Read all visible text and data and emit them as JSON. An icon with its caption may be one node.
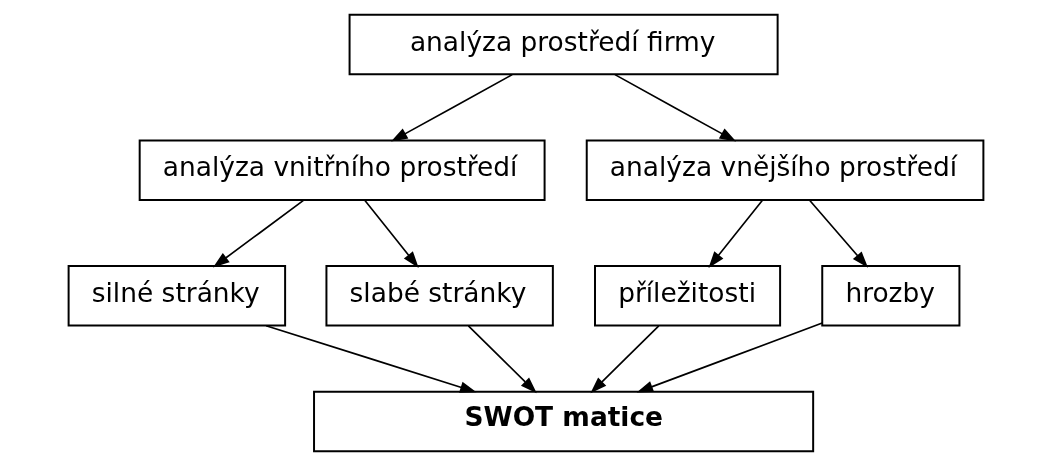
{
  "diagram": {
    "nodes": [
      {
        "text": [
          "analýza prostředí firmy"
        ]
      },
      {
        "text": [
          "analýza vnitřního prostředí"
        ]
      },
      {
        "text": [
          "analýza vnějšího prostředí"
        ]
      },
      {
        "text": [
          "silné stránky"
        ]
      },
      {
        "text": [
          "slabé stránky"
        ]
      },
      {
        "text": [
          "příležitosti"
        ]
      },
      {
        "text": [
          "hrozby"
        ]
      },
      {
        "text": [
          "SWOT matice"
        ]
      }
    ],
    "edges": [
      {
        "from": 0,
        "to": 1,
        "arrow": "to"
      },
      {
        "from": 0,
        "to": 2,
        "arrow": "to"
      },
      {
        "from": 1,
        "to": 3,
        "arrow": "to"
      },
      {
        "from": 1,
        "to": 4,
        "arrow": "to"
      },
      {
        "from": 2,
        "to": 5,
        "arrow": "to"
      },
      {
        "from": 2,
        "to": 6,
        "arrow": "to"
      },
      {
        "from": 3,
        "to": 7,
        "arrow": "to"
      },
      {
        "from": 4,
        "to": 7,
        "arrow": "to"
      },
      {
        "from": 5,
        "to": 7,
        "arrow": "to"
      },
      {
        "from": 6,
        "to": 7,
        "arrow": "to"
      }
    ]
  }
}
